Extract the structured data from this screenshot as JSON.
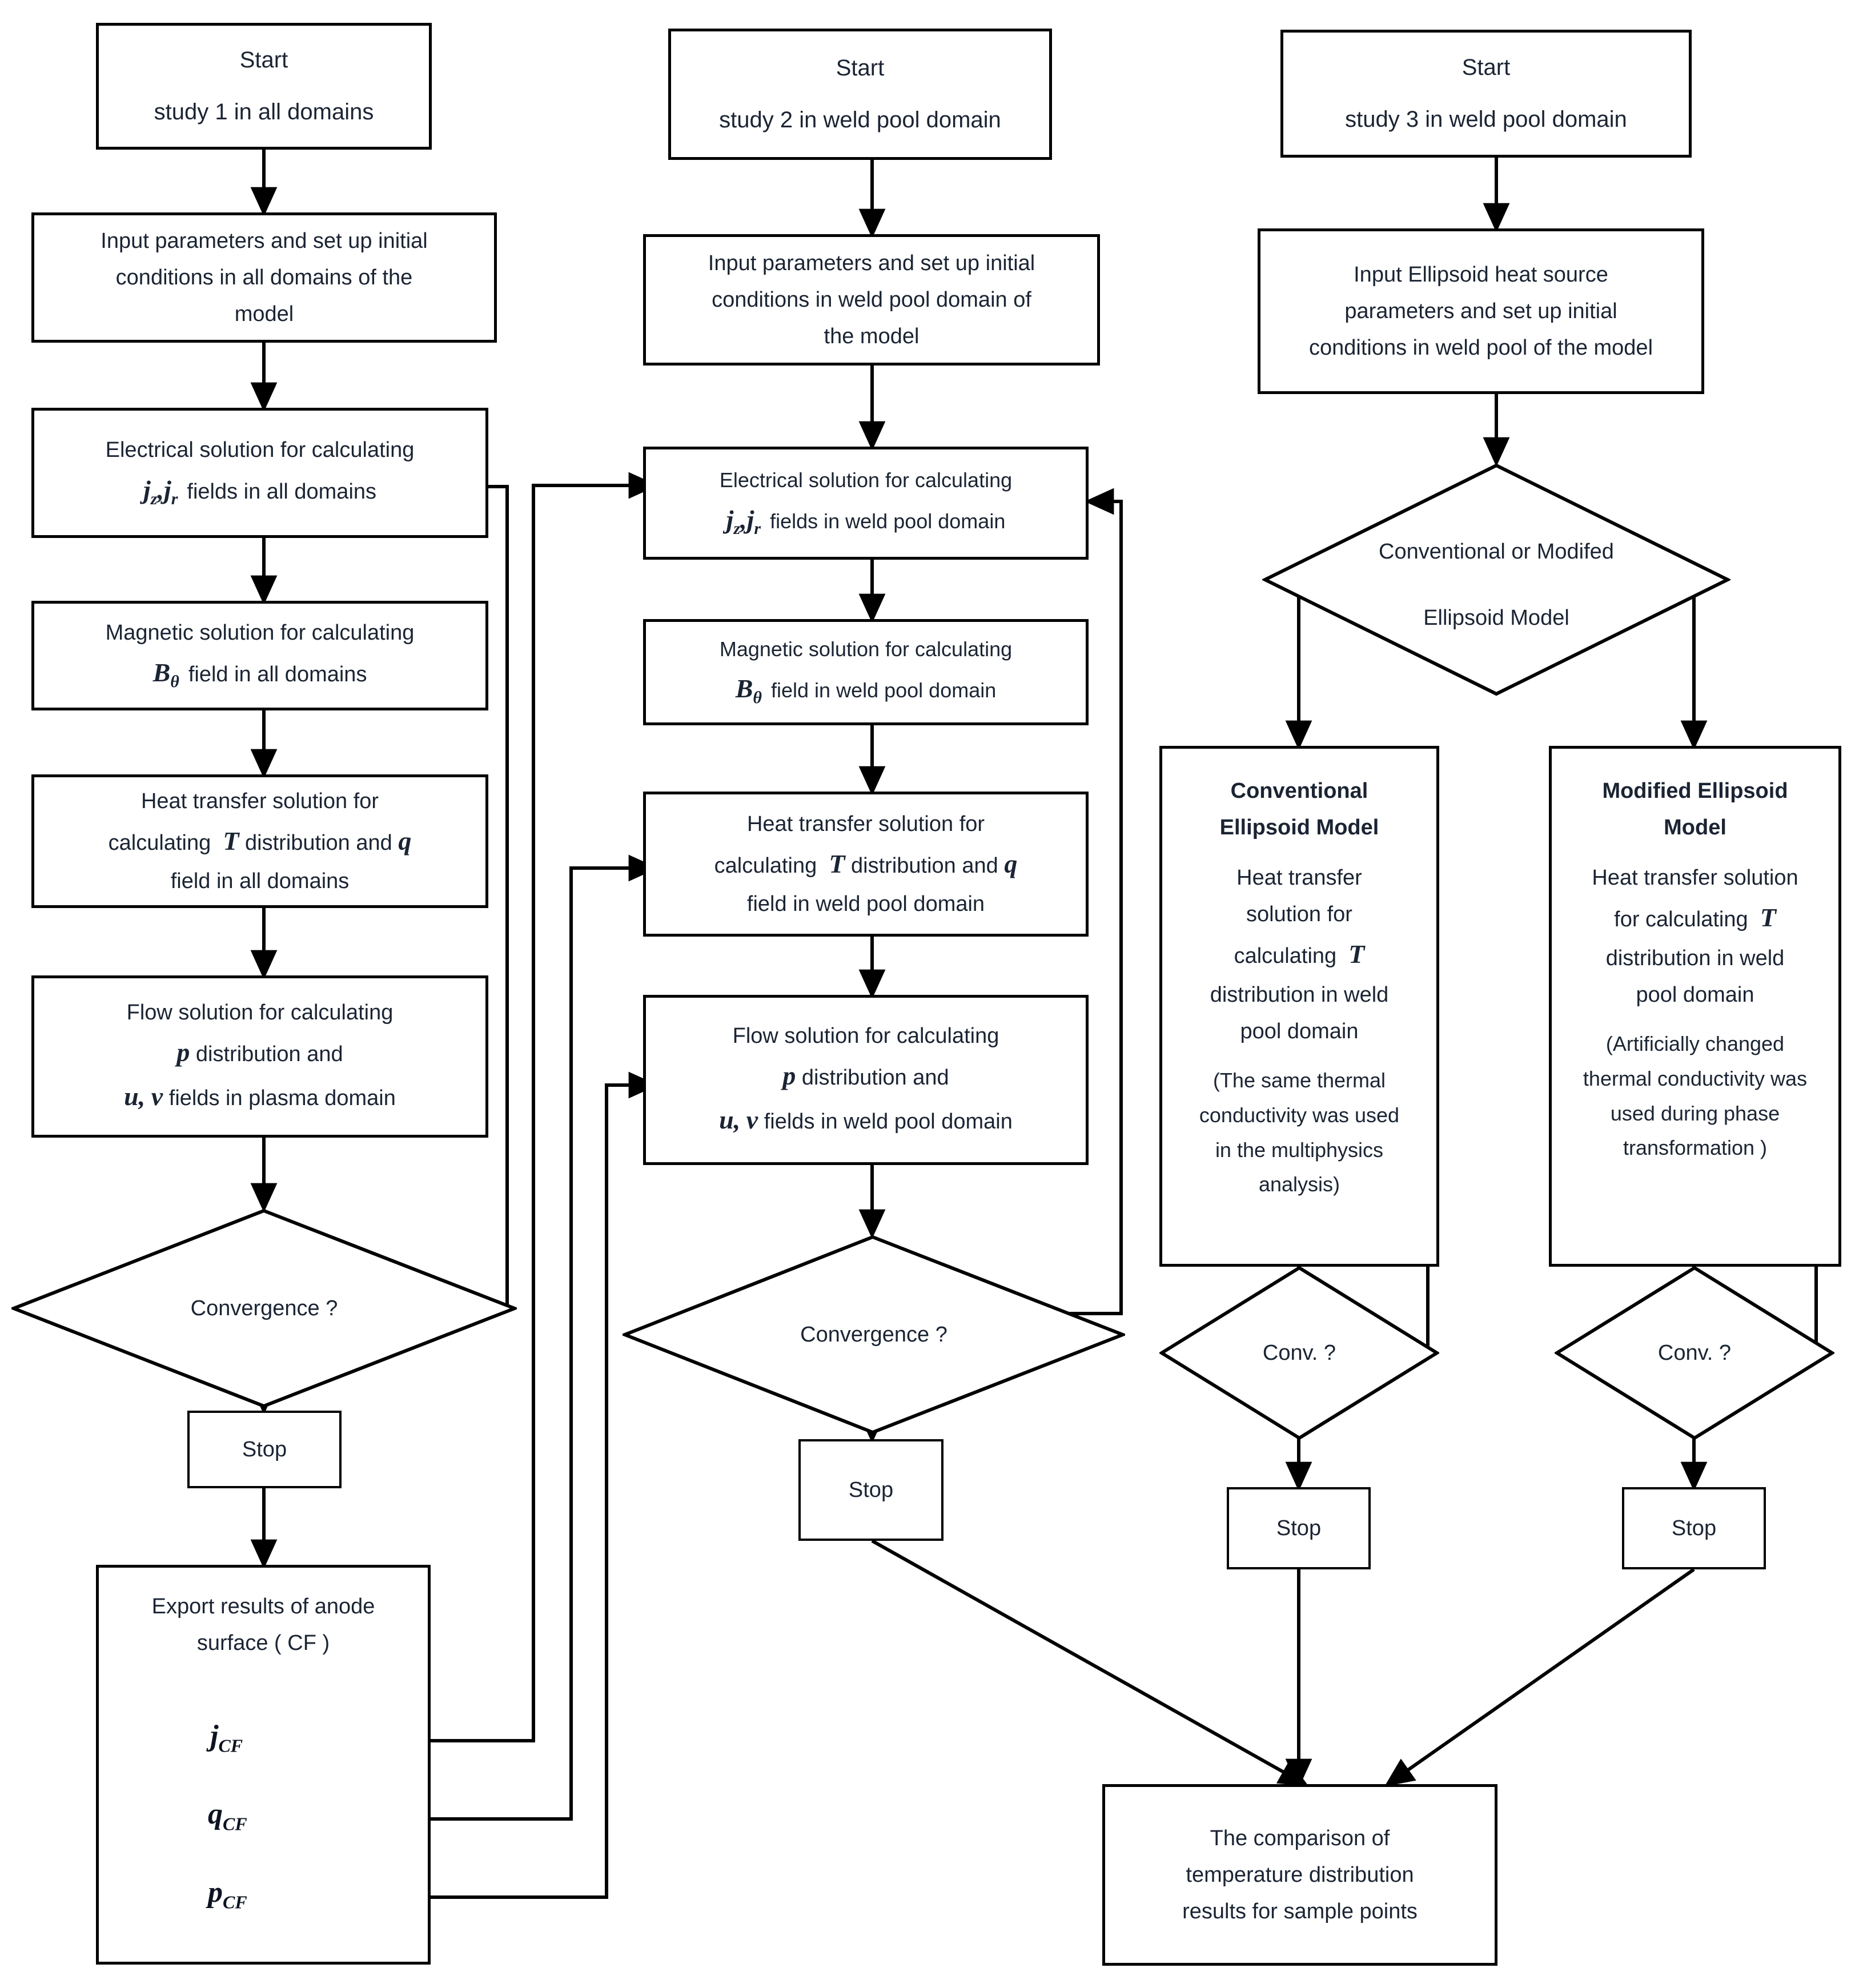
{
  "diagram": {
    "type": "flowchart",
    "title": "Multiphysics welding simulation workflow",
    "columns": [
      {
        "name": "study-1",
        "heading": "study 1 in all domains"
      },
      {
        "name": "study-2",
        "heading": "study 2 in weld pool domain"
      },
      {
        "name": "study-3",
        "heading": "study 3 in weld pool domain"
      }
    ],
    "colors": {
      "stroke": "#000000",
      "fill": "#ffffff",
      "text": "#1b2433"
    }
  },
  "col1": {
    "start_title": "Start",
    "start_sub": "study 1 in all domains",
    "input": "Input parameters and set up initial conditions in all domains of the model",
    "input_l1": "Input parameters and set up initial",
    "input_l2": "conditions in all domains of the",
    "input_l3": "model",
    "electrical_l1": "Electrical solution for calculating",
    "electrical_sym": "j",
    "electrical_sym_sub1": "z",
    "electrical_sym2": "j",
    "electrical_sym_sub2": "r",
    "electrical_l2_tail": "fields in all domains",
    "magnetic_l1": "Magnetic solution for calculating",
    "magnetic_sym": "B",
    "magnetic_sym_sub": "θ",
    "magnetic_l2_tail": "field  in all domains",
    "heat_l1": "Heat transfer solution for",
    "heat_l2_a": "calculating",
    "heat_sym_T": "T",
    "heat_l2_b": "distribution and",
    "heat_sym_q": "q",
    "heat_l3": "field in all domains",
    "flow_l1": "Flow solution for calculating",
    "flow_sym_p": "p",
    "flow_l2_b": "distribution and",
    "flow_sym_u": "u",
    "flow_sym_v": "v",
    "flow_l3_tail": "fields in plasma domain",
    "convergence": "Convergence ?",
    "stop": "Stop",
    "export_l1": "Export results of anode",
    "export_l2": "surface ( CF )",
    "cf_j": "j",
    "cf_j_sub": "CF",
    "cf_q": "q",
    "cf_q_sub": "CF",
    "cf_p": "p",
    "cf_p_sub": "CF"
  },
  "col2": {
    "start_title": "Start",
    "start_sub": "study 2 in weld pool domain",
    "input_l1": "Input parameters and set up initial",
    "input_l2": "conditions in weld pool domain of",
    "input_l3": "the model",
    "electrical_l1": "Electrical solution for calculating",
    "electrical_sym": "j",
    "electrical_sym_sub1": "z",
    "electrical_sym2": "j",
    "electrical_sym_sub2": "r",
    "electrical_l2_tail": "fields in weld pool domain",
    "magnetic_l1": "Magnetic solution for calculating",
    "magnetic_sym": "B",
    "magnetic_sym_sub": "θ",
    "magnetic_l2_tail": "field  in weld pool domain",
    "heat_l1": "Heat transfer solution for",
    "heat_l2_a": "calculating",
    "heat_sym_T": "T",
    "heat_l2_b": "distribution and",
    "heat_sym_q": "q",
    "heat_l3": "field in weld pool domain",
    "flow_l1": "Flow solution for calculating",
    "flow_sym_p": "p",
    "flow_l2_b": "distribution and",
    "flow_sym_u": "u",
    "flow_sym_v": "v",
    "flow_l3_tail": "fields in weld pool domain",
    "convergence": "Convergence ?",
    "stop": "Stop"
  },
  "col3": {
    "start_title": "Start",
    "start_sub": "study 3 in weld pool domain",
    "input_l1": "Input Ellipsoid heat source",
    "input_l2": "parameters and set up initial",
    "input_l3": "conditions in weld pool of the model",
    "decision_l1": "Conventional or Modifed",
    "decision_l2": "Ellipsoid Model",
    "conventional": {
      "title_l1": "Conventional",
      "title_l2": "Ellipsoid Model",
      "body_l1": "Heat transfer",
      "body_l2": "solution for",
      "body_l3_a": "calculating",
      "body_sym_T": "T",
      "body_l4": "distribution in weld",
      "body_l5": "pool  domain",
      "note_l1": "(The same thermal",
      "note_l2": "conductivity was used",
      "note_l3": "in the multiphysics",
      "note_l4": "analysis)",
      "conv": "Conv. ?",
      "stop": "Stop"
    },
    "modified": {
      "title_l1": "Modified Ellipsoid",
      "title_l2": "Model",
      "body_l1": "Heat transfer solution",
      "body_l2_a": "for calculating",
      "body_sym_T": "T",
      "body_l3": "distribution in weld",
      "body_l4": "pool  domain",
      "note_l1": "(Artificially changed",
      "note_l2": "thermal conductivity was",
      "note_l3": "used during phase",
      "note_l4": "transformation )",
      "conv": "Conv. ?",
      "stop": "Stop"
    }
  },
  "final": {
    "l1": "The comparison of",
    "l2": "temperature distribution",
    "l3": "results for sample points"
  }
}
